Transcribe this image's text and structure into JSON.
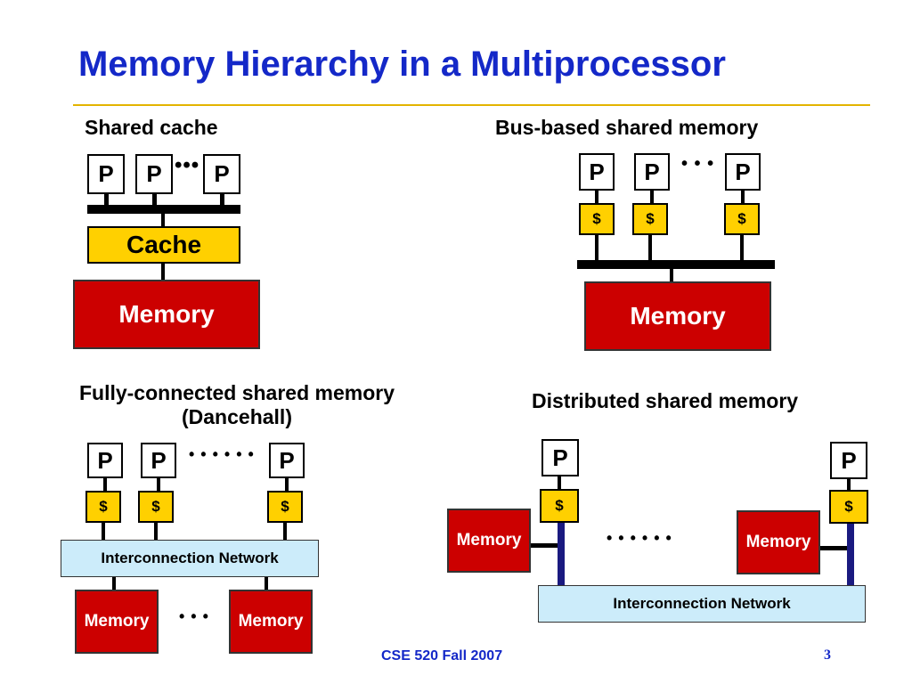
{
  "slide": {
    "title": "Memory Hierarchy in a Multiprocessor",
    "footer": "CSE 520 Fall 2007",
    "page_number": "3"
  },
  "shared_cache": {
    "heading": "Shared cache",
    "processors": [
      "P",
      "P",
      "P"
    ],
    "dots": "•••",
    "cache": "Cache",
    "memory": "Memory"
  },
  "bus_based": {
    "heading": "Bus-based shared memory",
    "processors": [
      "P",
      "P",
      "P"
    ],
    "caches": [
      "$",
      "$",
      "$"
    ],
    "dots": "• • •",
    "memory": "Memory"
  },
  "dancehall": {
    "heading_line1": "Fully-connected shared memory",
    "heading_line2": "(Dancehall)",
    "processors": [
      "P",
      "P",
      "P"
    ],
    "caches": [
      "$",
      "$",
      "$"
    ],
    "dots_top": "• • • • • •",
    "network": "Interconnection Network",
    "memories": [
      "Memory",
      "Memory"
    ],
    "dots_bottom": "• • •"
  },
  "distributed": {
    "heading": "Distributed shared memory",
    "processors": [
      "P",
      "P"
    ],
    "caches": [
      "$",
      "$"
    ],
    "memories": [
      "Memory",
      "Memory"
    ],
    "dots": "• • •  • • •",
    "network": "Interconnection Network"
  },
  "colors": {
    "title_blue": "#1428c8",
    "rule_gold": "#e3b400",
    "memory_red": "#cc0000",
    "cache_yellow": "#ffd000",
    "network_blue": "#ccecfa",
    "bus_navy": "#1a1a80"
  }
}
